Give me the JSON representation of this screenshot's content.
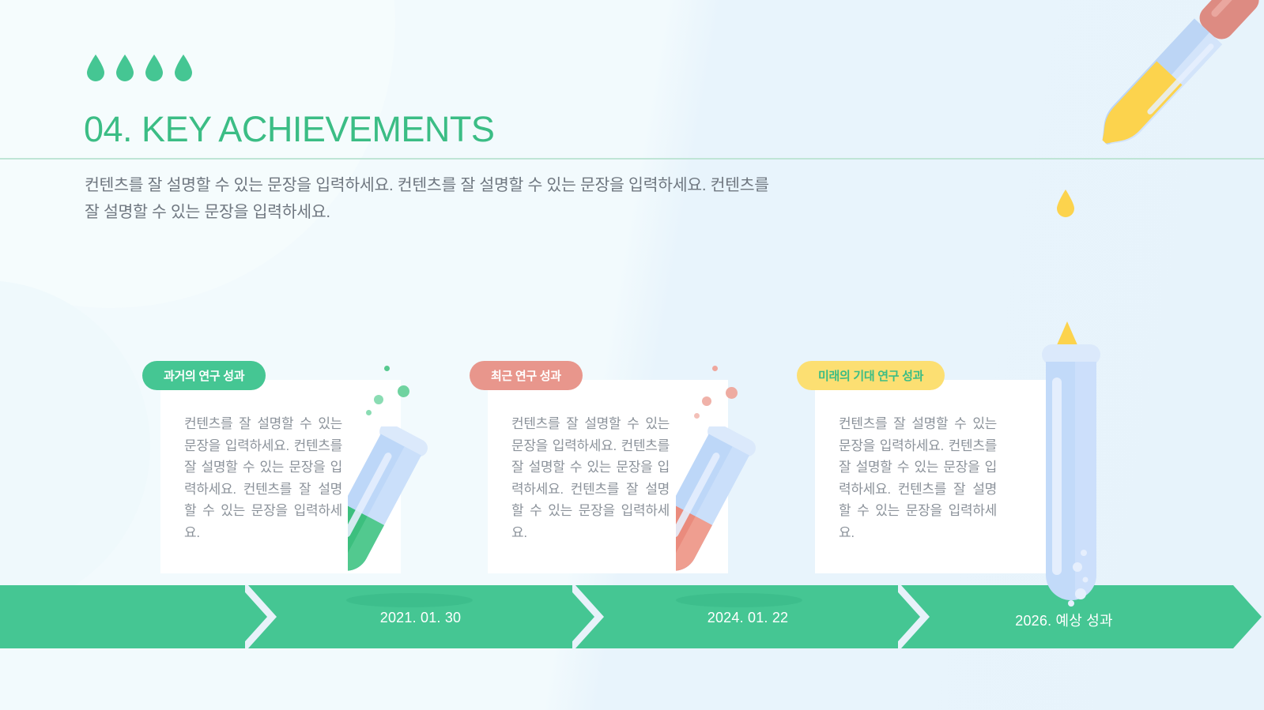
{
  "header": {
    "drops_icon": "water-drop-icon",
    "drop_count": 4,
    "title": "04. KEY ACHIEVEMENTS",
    "intro": "컨텐츠를 잘 설명할 수 있는 문장을 입력하세요. 컨텐츠를 잘 설명할 수 있는 문장을 입력하세요. 컨텐츠를 잘 설명할 수 있는 문장을 입력하세요."
  },
  "timeline": {
    "bar_color": "#45c693",
    "chevron_color": "#e8f2fa",
    "cards": [
      {
        "label": "과거의 연구 성과",
        "label_bg": "#45c693",
        "label_color": "#ffffff",
        "body": "컨텐츠를 잘 설명할 수 있는 문장을 입력하세요. 컨텐츠를 잘 설명할 수 있는 문장을 입력하세요. 컨텐츠를 잘 설명할 수 있는 문장을 입력하세요.",
        "date": "2021. 01. 30",
        "liquid_color": "#3cbf7e"
      },
      {
        "label": "최근 연구 성과",
        "label_bg": "#e8968c",
        "label_color": "#ffffff",
        "body": "컨텐츠를 잘 설명할 수 있는 문장을 입력하세요. 컨텐츠를 잘 설명할 수 있는 문장을 입력하세요. 컨텐츠를 잘 설명할 수 있는 문장을 입력하세요.",
        "date": "2024. 01. 22",
        "liquid_color": "#ea8b7d"
      },
      {
        "label": "미래의 기대 연구 성과",
        "label_bg": "#fcdf72",
        "label_color": "#3bbd85",
        "body": "컨텐츠를 잘 설명할 수 있는 문장을 입력하세요. 컨텐츠를 잘 설명할 수 있는 문장을 입력하세요. 컨텐츠를 잘 설명할 수 있는 문장을 입력하세요.",
        "date": "2026. 예상 성과",
        "liquid_color": "#c7ddf8"
      }
    ]
  },
  "illustrations": {
    "pipette_icon": "pipette-icon",
    "pipette_bulb_color": "#dd8b82",
    "pipette_liquid_color": "#fcd34d",
    "pipette_glass_color": "#bcd5f5",
    "drop_icon": "liquid-drop-icon",
    "drop_color": "#fcd34d",
    "test_tube_icon": "test-tube-icon",
    "flame_icon": "flame-icon",
    "flame_color": "#fcd34d"
  },
  "colors": {
    "background": "#eef7fc",
    "accent_green": "#3bbd85",
    "bar_green": "#45c693",
    "title_green": "#3bbd85",
    "body_gray": "#8b929a",
    "intro_gray": "#6f7780",
    "divider": "#bfe5d6"
  }
}
